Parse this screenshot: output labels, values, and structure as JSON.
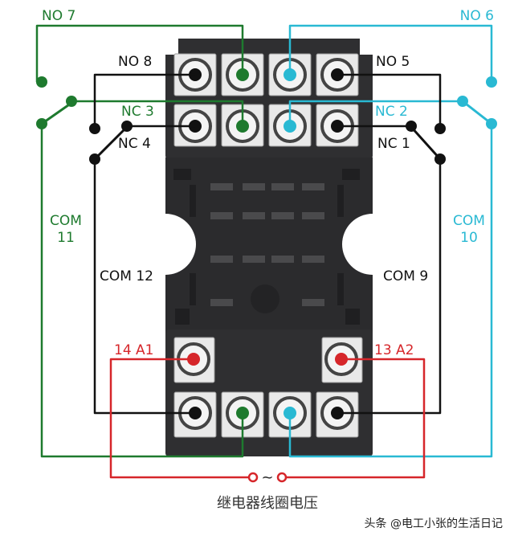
{
  "colors": {
    "green": "#1e7a2e",
    "cyan": "#29b9d3",
    "black": "#111111",
    "red": "#d6262a",
    "body": "#2f2f31",
    "screw_base": "#e9e9e9"
  },
  "labels": {
    "no7": "NO 7",
    "no6": "NO 6",
    "no8": "NO 8",
    "no5": "NO 5",
    "nc3": "NC 3",
    "nc2": "NC 2",
    "nc4": "NC 4",
    "nc1": "NC 1",
    "com11_line1": "COM",
    "com11_line2": "11",
    "com10_line1": "COM",
    "com10_line2": "10",
    "com12": "COM 12",
    "com9": "COM 9",
    "a1": "14 A1",
    "a2": "13 A2",
    "tilde": "~"
  },
  "caption": "继电器线圈电压",
  "watermark": "头条 @电工小张的生活日记"
}
